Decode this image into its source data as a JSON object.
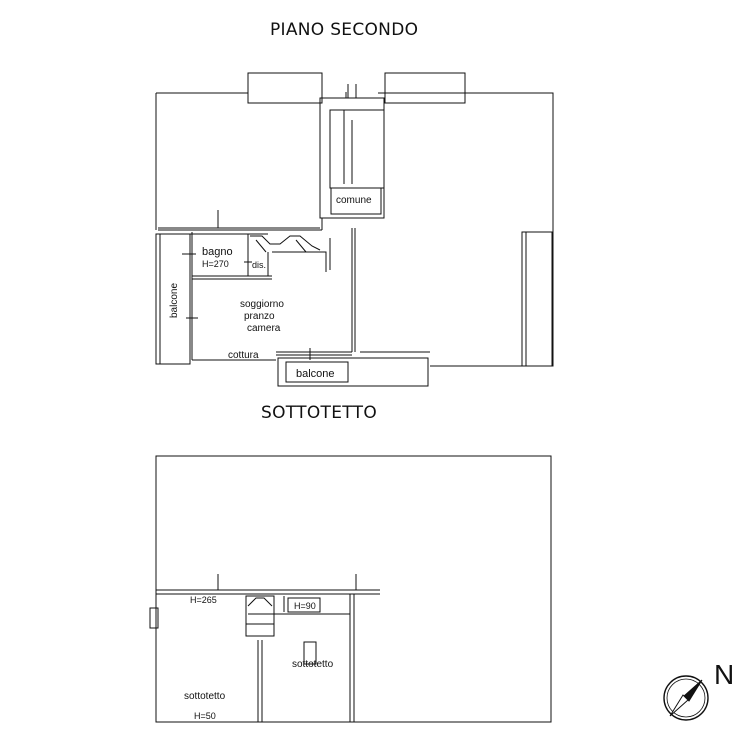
{
  "floors": {
    "second": {
      "title": "PIANO SECONDO",
      "labels": {
        "comune": "comune",
        "bagno": "bagno",
        "bagno_height": "H=270",
        "dis": "dis.",
        "balcone_left": "balcone",
        "soggiorno": "soggiorno",
        "pranzo": "pranzo",
        "camera": "camera",
        "cottura": "cottura",
        "balcone_bottom": "balcone"
      }
    },
    "attic": {
      "title": "SOTTOTETTO",
      "labels": {
        "h_left": "H=265",
        "h_right": "H=90",
        "sottotetto_left": "sottotetto",
        "sottotetto_right": "sottotetto",
        "h_bottom": "H=50"
      }
    }
  },
  "compass": {
    "label": "N",
    "icon": "north-arrow-icon"
  },
  "colors": {
    "line": "#111111",
    "background": "#ffffff"
  }
}
